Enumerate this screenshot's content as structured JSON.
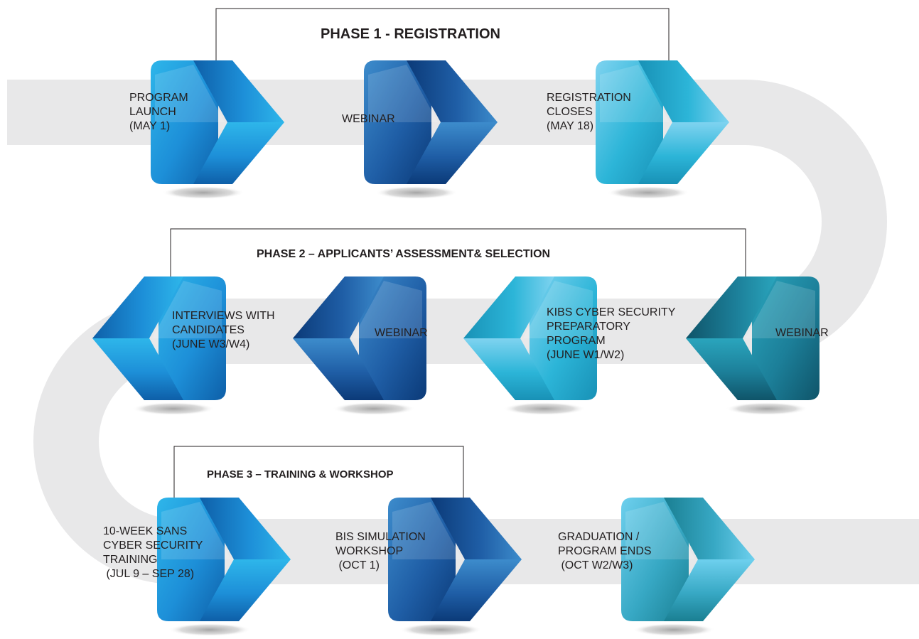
{
  "phases": [
    {
      "title": "PHASE 1 - REGISTRATION",
      "steps": [
        {
          "lines": [
            "PROGRAM",
            "LAUNCH",
            "(MAY 1)"
          ],
          "icon": "chevron-right-icon",
          "palette": "bright-blue"
        },
        {
          "lines": [
            "WEBINAR"
          ],
          "icon": "chevron-right-icon",
          "palette": "navy-blue"
        },
        {
          "lines": [
            "REGISTRATION",
            "CLOSES",
            "(MAY 18)"
          ],
          "icon": "chevron-right-icon",
          "palette": "aqua"
        }
      ]
    },
    {
      "title": "PHASE 2 – APPLICANTS’ ASSESSMENT& SELECTION",
      "steps": [
        {
          "lines": [
            "INTERVIEWS WITH",
            "CANDIDATES",
            "(JUNE W3/W4)"
          ],
          "icon": "chevron-left-icon",
          "palette": "bright-blue"
        },
        {
          "lines": [
            "WEBINAR"
          ],
          "icon": "chevron-left-icon",
          "palette": "navy-blue"
        },
        {
          "lines": [
            "KIBS CYBER SECURITY",
            "PREPARATORY",
            "PROGRAM",
            "(JUNE W1/W2)"
          ],
          "icon": "chevron-left-icon",
          "palette": "aqua"
        },
        {
          "lines": [
            "WEBINAR"
          ],
          "icon": "chevron-left-icon",
          "palette": "teal"
        }
      ]
    },
    {
      "title": "PHASE 3 – TRAINING  & WORKSHOP",
      "steps": [
        {
          "lines": [
            "10-WEEK SANS",
            "CYBER SECURITY",
            "TRAINING",
            " (JUL 9 – SEP 28)"
          ],
          "icon": "chevron-right-icon",
          "palette": "bright-blue"
        },
        {
          "lines": [
            "BIS SIMULATION",
            "WORKSHOP",
            " (OCT 1)"
          ],
          "icon": "chevron-right-icon",
          "palette": "navy-blue"
        },
        {
          "lines": [
            "GRADUATION /",
            "PROGRAM ENDS",
            " (OCT W2/W3)"
          ],
          "icon": "chevron-right-icon",
          "palette": "aqua-teal"
        }
      ]
    }
  ],
  "colors": {
    "road": "#e8e8e9",
    "text": "#231f20",
    "bracket": "#231f20",
    "bright_blue": [
      "#2eb6ea",
      "#1d8fd8",
      "#0e5fa8"
    ],
    "navy_blue": [
      "#3d8ccc",
      "#1f5ea6",
      "#0b3a78"
    ],
    "aqua": [
      "#7fd3f0",
      "#2cb5d8",
      "#1891b6"
    ],
    "teal": [
      "#2aa5bd",
      "#1c7f99",
      "#0f5469"
    ],
    "aqua_teal": [
      "#6ed0ee",
      "#37a8c4",
      "#1a7f92"
    ]
  }
}
